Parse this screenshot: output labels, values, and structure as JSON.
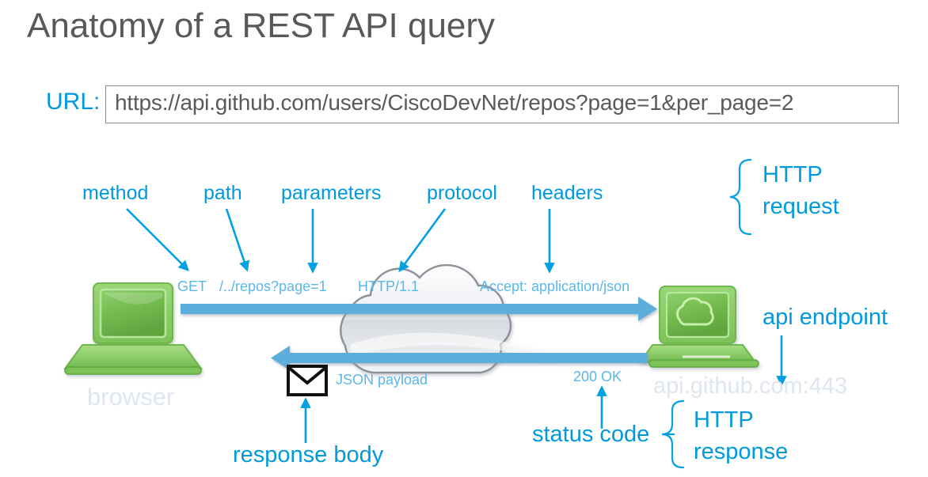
{
  "page": {
    "title": "Anatomy of a REST API query",
    "background": "#ffffff",
    "title_color": "#595959"
  },
  "colors": {
    "accent_blue": "#0099DC",
    "light_blue": "#5BB7E8",
    "arrow_blue": "#5BAEDC",
    "ghost_gray": "#DFE6EE",
    "device_green": "#7AC45B",
    "text_gray": "#5a5a5a"
  },
  "url_bar": {
    "label": "URL:",
    "value": "https://api.github.com/users/CiscoDevNet/repos?page=1&per_page=2",
    "placeholder": "https://"
  },
  "callouts": {
    "method": "method",
    "path": "path",
    "parameters": "parameters",
    "protocol": "protocol",
    "headers": "headers",
    "api_endpoint": "api endpoint",
    "response_body": "response body",
    "status_code": "status code",
    "http_request_line1": "HTTP",
    "http_request_line2": "request",
    "http_response_line1": "HTTP",
    "http_response_line2": "response"
  },
  "request_line": {
    "method": "GET",
    "path": "/../repos?page=1",
    "protocol": "HTTP/1.1",
    "headers": "Accept: application/json"
  },
  "response_line": {
    "payload": "JSON payload",
    "status": "200 OK"
  },
  "devices": {
    "client_label": "browser",
    "server_label": "api.github.com:443",
    "client_icon": "laptop-icon",
    "server_icon": "laptop-cloud-icon",
    "network_icon": "cloud-icon",
    "payload_icon": "envelope-icon"
  }
}
